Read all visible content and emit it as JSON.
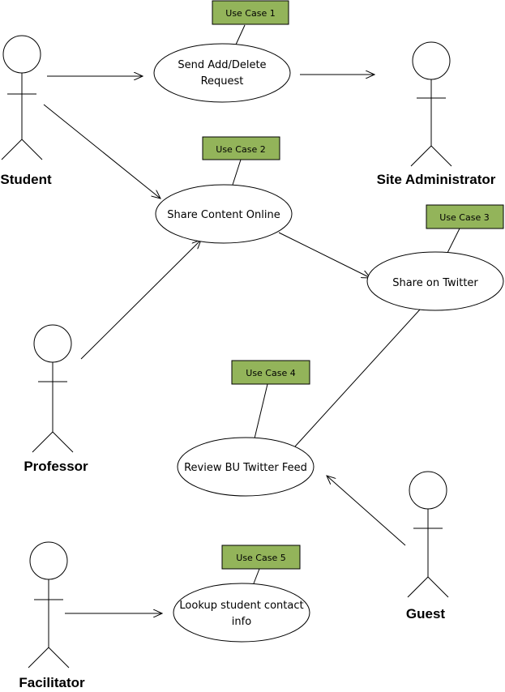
{
  "colors": {
    "tag_fill": "#93b45a",
    "line": "#000000",
    "background": "#ffffff"
  },
  "actors": {
    "student": "Student",
    "site_admin": "Site Administrator",
    "professor": "Professor",
    "guest": "Guest",
    "facilitator": "Facilitator"
  },
  "use_cases": {
    "uc1": {
      "tag": "Use Case 1",
      "line1": "Send Add/Delete",
      "line2": "Request"
    },
    "uc2": {
      "tag": "Use Case 2",
      "line1": "Share Content Online"
    },
    "uc3": {
      "tag": "Use Case 3",
      "line1": "Share on Twitter"
    },
    "uc4": {
      "tag": "Use Case 4",
      "line1": "Review BU Twitter Feed"
    },
    "uc5": {
      "tag": "Use Case 5",
      "line1": "Lookup student contact",
      "line2": "info"
    }
  }
}
